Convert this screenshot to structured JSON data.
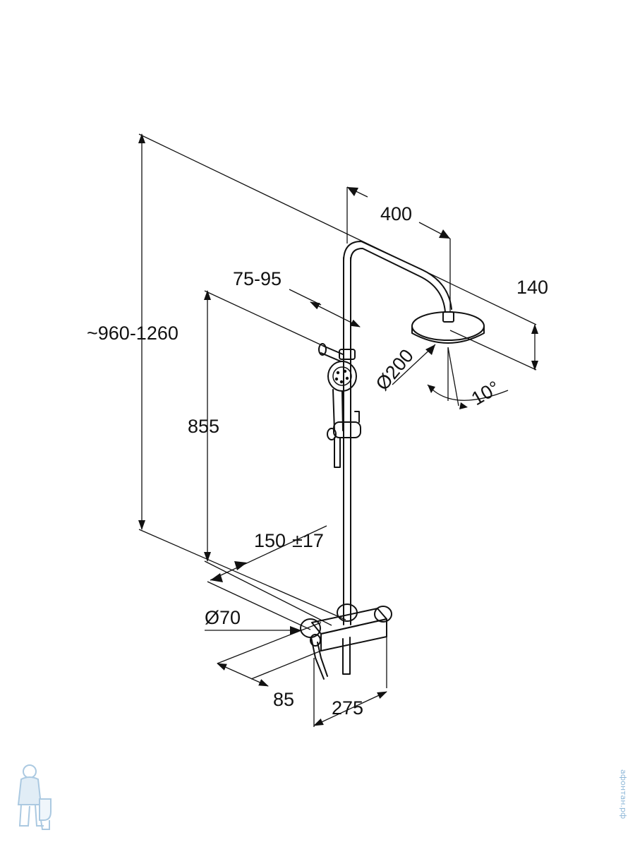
{
  "dimensions": {
    "overall_height": "~960-1260",
    "arm_length": "400",
    "head_height": "140",
    "slider_offset": "75-95",
    "slider_height": "855",
    "head_diameter": "Ø200",
    "head_angle": "10°",
    "connection_spacing": "150",
    "connection_tolerance": "±17",
    "escutcheon_diameter": "Ø70",
    "wall_projection": "85",
    "mixer_width": "275"
  },
  "watermark": {
    "vertical_text": "афонтан.рф"
  },
  "colors": {
    "line": "#111111",
    "background": "#ffffff",
    "watermark": "#8fb8d8"
  }
}
